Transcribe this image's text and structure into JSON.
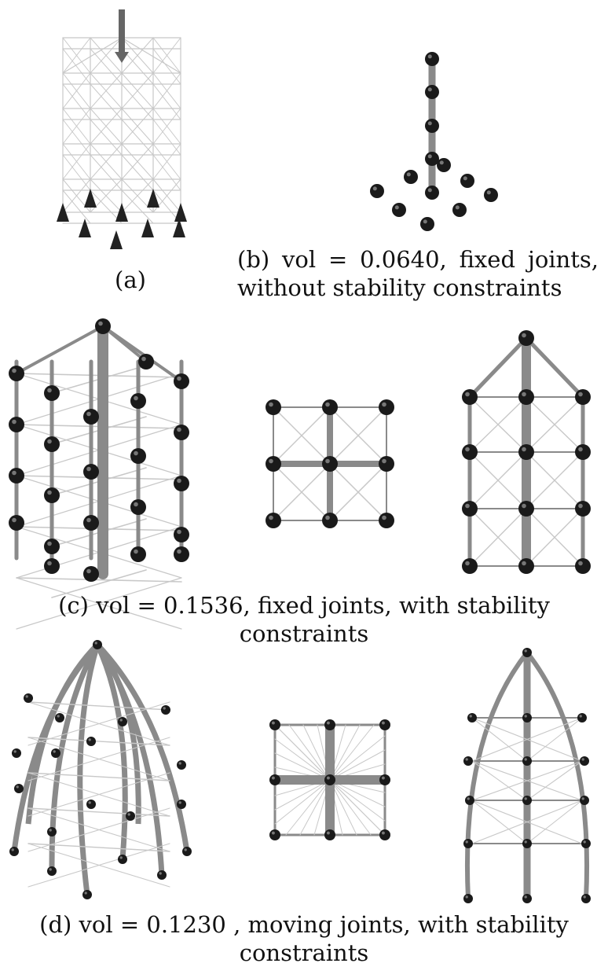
{
  "figure": {
    "captions": {
      "a": "(a)",
      "b_line1": "(b) vol = 0.0640, fixed joints,",
      "b_line2": "without stability constraints",
      "c": "(c) vol = 0.1536, fixed joints, with stability constraints",
      "d": "(d) vol = 0.1230 , moving joints, with stability constraints"
    },
    "colors": {
      "member_light": "#c8c8c8",
      "member_dark": "#8a8a8a",
      "joint": "#1a1a1a",
      "support": "#222222"
    }
  }
}
